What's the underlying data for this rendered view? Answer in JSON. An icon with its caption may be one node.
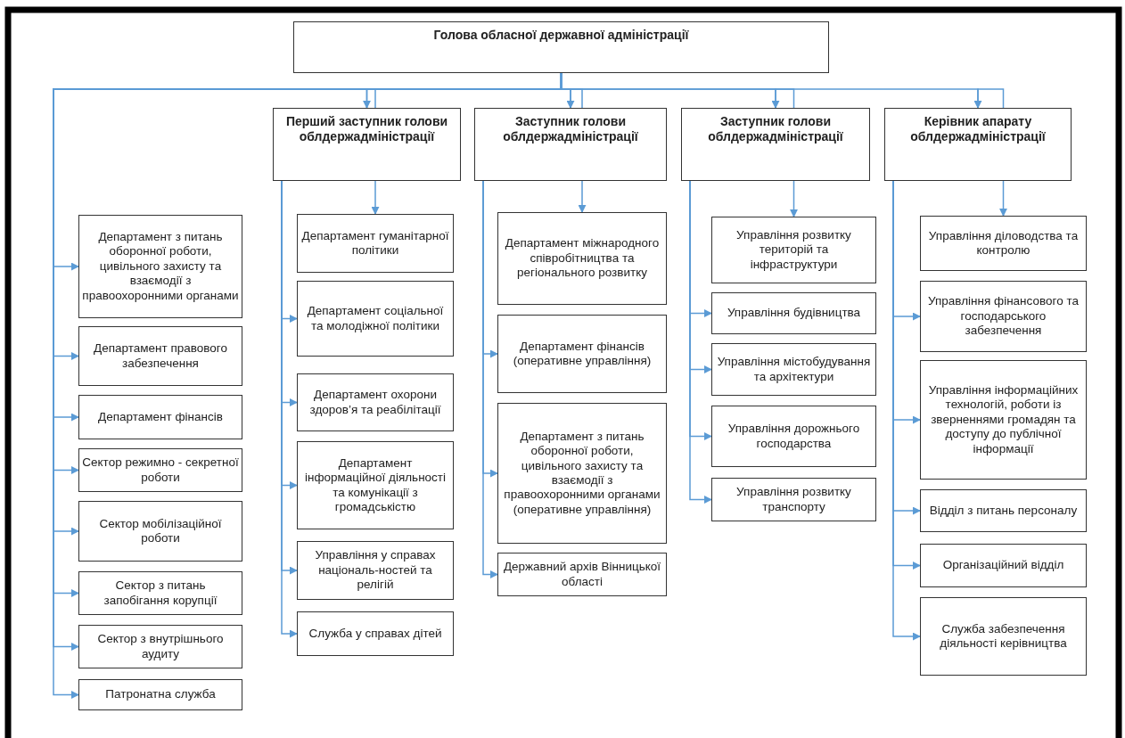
{
  "diagram": {
    "nodes": [
      {
        "text": [
          "Голова обласної державної адміністрації"
        ]
      },
      {
        "text": [
          "Перший заступник голови облдержадміністрації"
        ]
      },
      {
        "text": [
          "Заступник голови облдержадміністрації"
        ]
      },
      {
        "text": [
          "Заступник голови облдержадміністрації"
        ]
      },
      {
        "text": [
          "Керівник апарату облдержадміністрації"
        ]
      },
      {
        "text": [
          "Департамент з питань оборонної роботи, цивільного захисту та взаємодії з правоохоронними органами"
        ]
      },
      {
        "text": [
          "Департамент правового забезпечення"
        ]
      },
      {
        "text": [
          "Департамент фінансів"
        ]
      },
      {
        "text": [
          "Сектор режимно - секретної роботи"
        ]
      },
      {
        "text": [
          "Сектор мобілізаційної роботи"
        ]
      },
      {
        "text": [
          "Сектор з питань запобігання корупції"
        ]
      },
      {
        "text": [
          "Сектор з внутрішнього аудиту"
        ]
      },
      {
        "text": [
          "Патронатна служба"
        ]
      },
      {
        "text": [
          "Департамент гуманітарної політики"
        ]
      },
      {
        "text": [
          "Департамент соціальної та молодіжної політики"
        ]
      },
      {
        "text": [
          "Департамент охорони здоров’я та реабілітації"
        ]
      },
      {
        "text": [
          "Департамент інформаційної діяльності та комунікації з громадськістю"
        ]
      },
      {
        "text": [
          "Управління у справах національ-ностей та релігій"
        ]
      },
      {
        "text": [
          "Служба у справах дітей"
        ]
      },
      {
        "text": [
          "Департамент міжнародного співробітництва та регіонального розвитку"
        ]
      },
      {
        "text": [
          "Департамент фінансів (оперативне управління)"
        ]
      },
      {
        "text": [
          "Департамент з питань оборонної роботи, цивільного захисту та взаємодії з правоохоронними органами (оперативне управління)"
        ]
      },
      {
        "text": [
          "Державний архів Вінницької області"
        ]
      },
      {
        "text": [
          "Управління розвитку територій та інфраструктури"
        ]
      },
      {
        "text": [
          "Управління будівництва"
        ]
      },
      {
        "text": [
          "Управління містобудування та архітектури"
        ]
      },
      {
        "text": [
          "Управління дорожнього господарства"
        ]
      },
      {
        "text": [
          "Управління розвитку транспорту"
        ]
      },
      {
        "text": [
          "Управління діловодства та контролю"
        ]
      },
      {
        "text": [
          "Управління фінансового та господарського забезпечення"
        ]
      },
      {
        "text": [
          "Управління інформаційних технологій, роботи із зверненнями громадян та доступу до публічної інформації"
        ]
      },
      {
        "text": [
          "Відділ з питань персоналу"
        ]
      },
      {
        "text": [
          "Організаційний відділ"
        ]
      },
      {
        "text": [
          "Служба забезпечення діяльності керівництва"
        ]
      }
    ],
    "edges": [
      {
        "from": 0,
        "to": 1,
        "arrow": "to"
      },
      {
        "from": 0,
        "to": 2,
        "arrow": "to"
      },
      {
        "from": 0,
        "to": 3,
        "arrow": "to"
      },
      {
        "from": 0,
        "to": 4,
        "arrow": "to"
      },
      {
        "from": 0,
        "to": 5,
        "arrow": "to"
      },
      {
        "from": 0,
        "to": 6,
        "arrow": "to"
      },
      {
        "from": 0,
        "to": 7,
        "arrow": "to"
      },
      {
        "from": 0,
        "to": 8,
        "arrow": "to"
      },
      {
        "from": 0,
        "to": 9,
        "arrow": "to"
      },
      {
        "from": 0,
        "to": 10,
        "arrow": "to"
      },
      {
        "from": 0,
        "to": 11,
        "arrow": "to"
      },
      {
        "from": 0,
        "to": 12,
        "arrow": "to"
      },
      {
        "from": 1,
        "to": 13,
        "arrow": "to"
      },
      {
        "from": 1,
        "to": 14,
        "arrow": "to"
      },
      {
        "from": 1,
        "to": 15,
        "arrow": "to"
      },
      {
        "from": 1,
        "to": 16,
        "arrow": "to"
      },
      {
        "from": 1,
        "to": 17,
        "arrow": "to"
      },
      {
        "from": 1,
        "to": 18,
        "arrow": "to"
      },
      {
        "from": 2,
        "to": 19,
        "arrow": "to"
      },
      {
        "from": 2,
        "to": 20,
        "arrow": "to"
      },
      {
        "from": 2,
        "to": 21,
        "arrow": "to"
      },
      {
        "from": 2,
        "to": 22,
        "arrow": "to"
      },
      {
        "from": 3,
        "to": 23,
        "arrow": "to"
      },
      {
        "from": 3,
        "to": 24,
        "arrow": "to"
      },
      {
        "from": 3,
        "to": 25,
        "arrow": "to"
      },
      {
        "from": 3,
        "to": 26,
        "arrow": "to"
      },
      {
        "from": 3,
        "to": 27,
        "arrow": "to"
      },
      {
        "from": 4,
        "to": 28,
        "arrow": "to"
      },
      {
        "from": 4,
        "to": 29,
        "arrow": "to"
      },
      {
        "from": 4,
        "to": 30,
        "arrow": "to"
      },
      {
        "from": 4,
        "to": 31,
        "arrow": "to"
      },
      {
        "from": 4,
        "to": 32,
        "arrow": "to"
      },
      {
        "from": 4,
        "to": 33,
        "arrow": "to"
      }
    ]
  }
}
